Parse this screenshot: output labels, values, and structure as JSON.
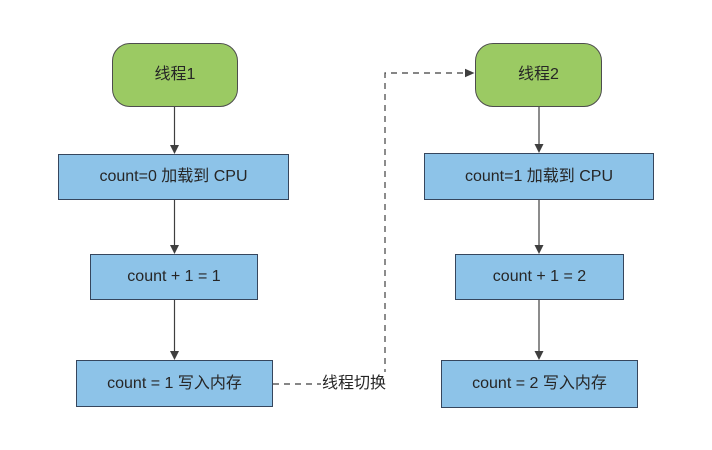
{
  "diagram": {
    "type": "flowchart",
    "columns": [
      {
        "thread_label": "线程1",
        "steps": [
          "count=0 加载到 CPU",
          "count + 1 = 1",
          "count = 1 写入内存"
        ]
      },
      {
        "thread_label": "线程2",
        "steps": [
          "count=1 加载到 CPU",
          "count + 1 = 2",
          "count = 2 写入内存"
        ]
      }
    ],
    "connector_label": "线程切换",
    "colors": {
      "thread_fill": "#9bca63",
      "thread_border": "#4d4d4d",
      "step_fill": "#8dc3e8",
      "step_border": "#36465d",
      "line": "#3f3f3f",
      "text": "#262626",
      "background": "#ffffff"
    }
  }
}
